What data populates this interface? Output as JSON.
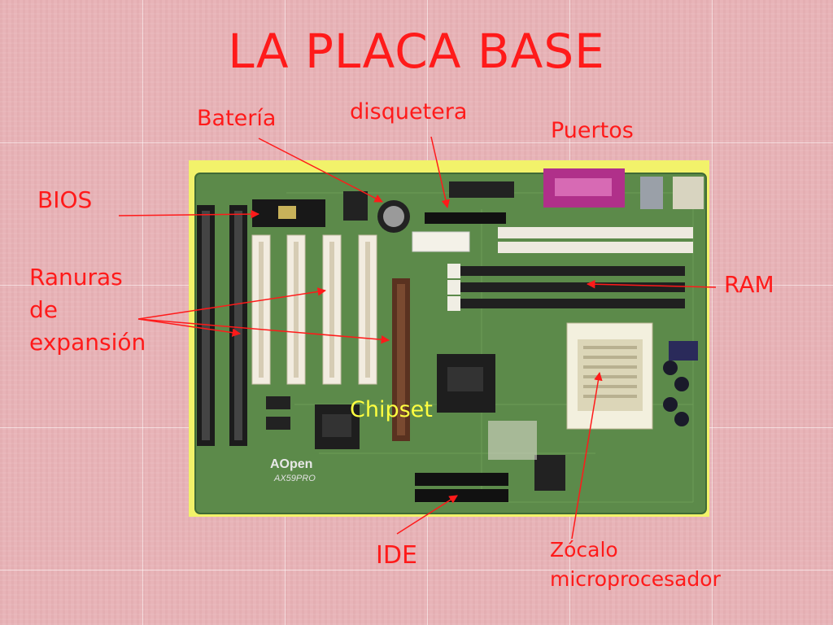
{
  "title": "LA PLACA BASE",
  "labels": {
    "bateria": "Batería",
    "disquetera": "disquetera",
    "puertos": "Puertos",
    "bios": "BIOS",
    "ranuras_1": "Ranuras",
    "ranuras_2": "de",
    "ranuras_3": "expansión",
    "ram": "RAM",
    "chipset": "Chipset",
    "ide": "IDE",
    "zocalo_1": "Zócalo",
    "zocalo_2": "microprocesador"
  },
  "board_text": {
    "brand": "AOpen",
    "model": "AX59PRO"
  },
  "colors": {
    "label": "#ff1a1a",
    "chipset_label": "#ffff40",
    "pcb": "#5c8a4a",
    "board_frame": "#f2f26a",
    "background": "#e8b4b8"
  }
}
